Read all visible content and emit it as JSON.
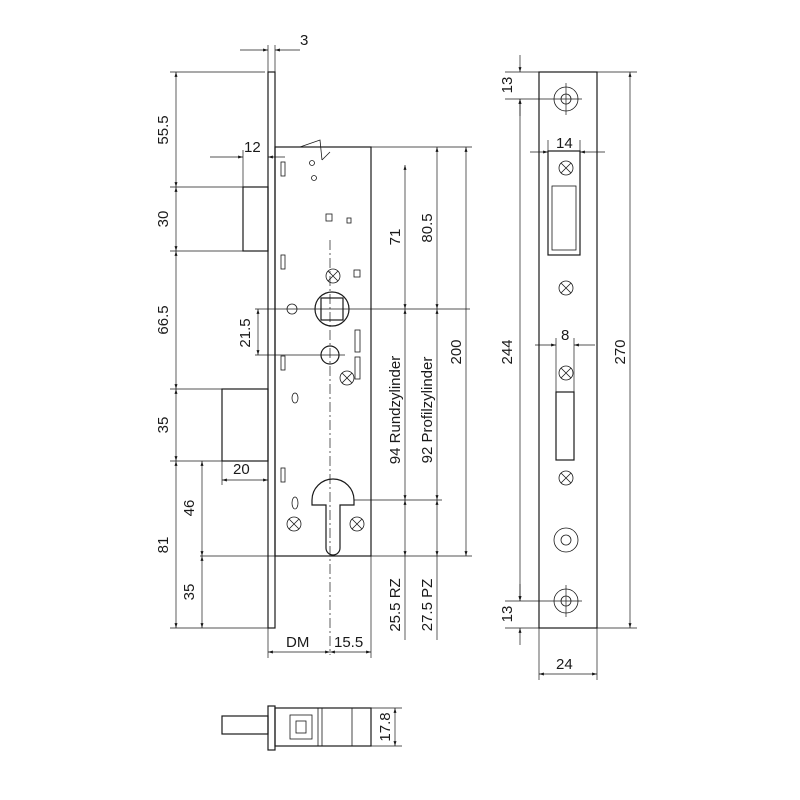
{
  "dimensions": {
    "faceplate_thickness": "3",
    "to_bolt": "55.5",
    "bolt_protrusion": "12",
    "bolt_height": "30",
    "bolt_to_handle": "66.5",
    "latch_height": "35",
    "latch_protrusion": "20",
    "lower_total": "81",
    "lower_mid": "46",
    "lower_bottom": "35",
    "handle_to_cyl_offset": "21.5",
    "top_to_follower": "71",
    "top_to_follower_2": "80.5",
    "case_height": "200",
    "rundzylinder": "94 Rundzylinder",
    "profilzylinder": "92 Profilzylinder",
    "rz": "25.5 RZ",
    "pz": "27.5 PZ",
    "backset": "DM",
    "backset_offset": "15.5",
    "strike_top": "13",
    "strike_bottom": "13",
    "bolt_window": "14",
    "latch_window": "8",
    "hole_span": "244",
    "plate_length": "270",
    "plate_width": "24",
    "bolt_depth": "17.8"
  }
}
